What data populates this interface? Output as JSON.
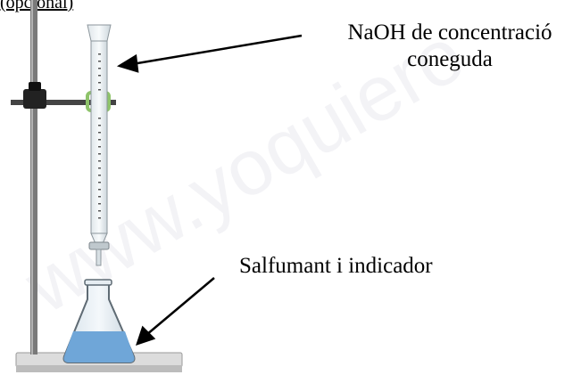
{
  "caption": "(opcional)",
  "watermark": "www.yoquiero",
  "labels": {
    "burette_line1": "NaOH de concentració",
    "burette_line2": "coneguda",
    "flask": "Salfumant i indicador"
  },
  "colors": {
    "liquid": "#6fa6d8",
    "stand": "#6b6b6b",
    "clamp": "#222222",
    "burette_glass": "#eef2f4",
    "ring": "#8ec36a"
  }
}
